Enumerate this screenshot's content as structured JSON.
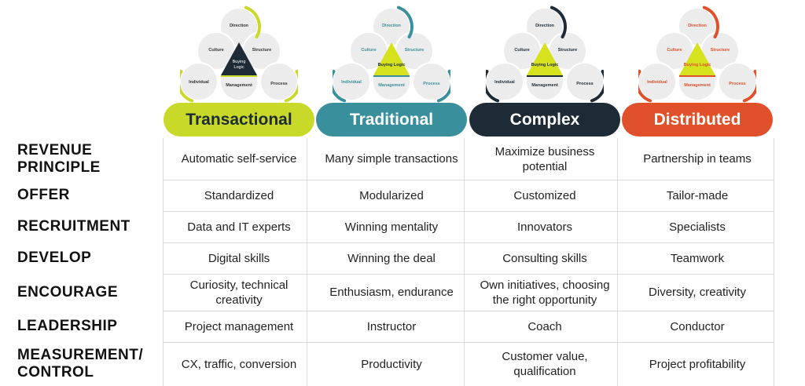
{
  "diagram_labels": {
    "direction": "Direction",
    "culture": "Culture",
    "structure": "Structure",
    "individual": "Individual",
    "management": "Management",
    "process": "Process",
    "center_line1": "Buying",
    "center_line2": "Logic",
    "center_full": "Buying Logic"
  },
  "columns": [
    {
      "name": "Transactional",
      "color": "#c8d92a",
      "text_color": "#1d2b36",
      "triangle_color": "#1d2b36",
      "triangle_text": "#ffffff"
    },
    {
      "name": "Traditional",
      "color": "#3a8f9c",
      "text_color": "#ffffff",
      "triangle_color": "#d6e21e",
      "triangle_text": "#1d2b36"
    },
    {
      "name": "Complex",
      "color": "#1d2b36",
      "text_color": "#ffffff",
      "triangle_color": "#d6e21e",
      "triangle_text": "#1d2b36"
    },
    {
      "name": "Distributed",
      "color": "#e0512b",
      "text_color": "#ffffff",
      "triangle_color": "#d6e21e",
      "triangle_text": "#e0512b"
    }
  ],
  "rows": [
    {
      "label": "REVENUE PRINCIPLE",
      "cells": [
        "Automatic self-service",
        "Many simple transactions",
        "Maximize business potential",
        "Partnership in teams"
      ]
    },
    {
      "label": "OFFER",
      "cells": [
        "Standardized",
        "Modularized",
        "Customized",
        "Tailor-made"
      ]
    },
    {
      "label": "RECRUITMENT",
      "cells": [
        "Data and IT experts",
        "Winning mentality",
        "Innovators",
        "Specialists"
      ]
    },
    {
      "label": "DEVELOP",
      "cells": [
        "Digital skills",
        "Winning the deal",
        "Consulting skills",
        "Teamwork"
      ]
    },
    {
      "label": "ENCOURAGE",
      "cells": [
        "Curiosity, technical creativity",
        "Enthusiasm, endurance",
        "Own initiatives, choosing the right opportunity",
        "Diversity, creativity"
      ]
    },
    {
      "label": "LEADERSHIP",
      "cells": [
        "Project management",
        "Instructor",
        "Coach",
        "Conductor"
      ]
    },
    {
      "label": "MEASUREMENT/ CONTROL",
      "cells": [
        "CX, traffic, conversion",
        "Productivity",
        "Customer value, qualification",
        "Project profitability"
      ]
    }
  ]
}
